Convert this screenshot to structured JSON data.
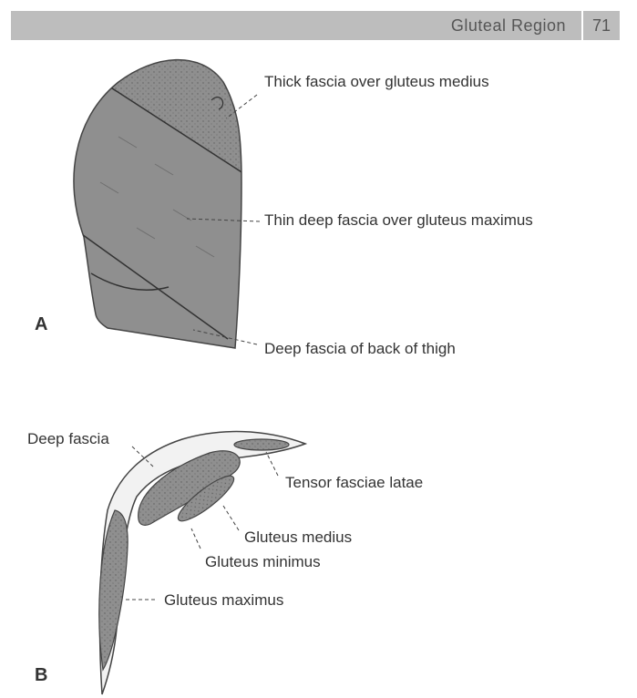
{
  "header": {
    "title": "Gluteal Region",
    "page_number": "71"
  },
  "figure_a": {
    "panel_label": "A",
    "labels": {
      "thick_fascia": "Thick fascia over gluteus medius",
      "thin_fascia": "Thin deep fascia over gluteus maximus",
      "thigh_fascia": "Deep fascia of back of thigh"
    }
  },
  "figure_b": {
    "panel_label": "B",
    "labels": {
      "deep_fascia": "Deep fascia",
      "tensor": "Tensor fasciae latae",
      "medius": "Gluteus medius",
      "minimus": "Gluteus minimus",
      "maximus": "Gluteus maximus"
    }
  },
  "colors": {
    "header_bg": "#bdbdbd",
    "muscle_fill": "#8f8f8f",
    "fascia_fill": "#f2f2f2"
  }
}
